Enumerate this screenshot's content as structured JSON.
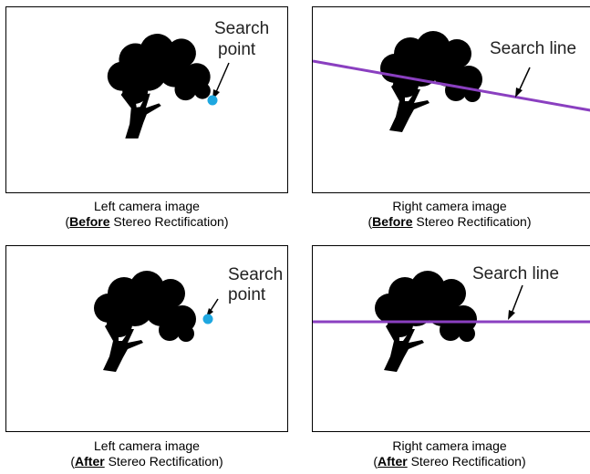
{
  "panels": [
    {
      "annotation_lines": [
        "Search",
        "point"
      ],
      "caption_line1": "Left camera image",
      "caption_emph": "Before",
      "caption_rest": "Stereo Rectification"
    },
    {
      "annotation_lines": [
        "Search line"
      ],
      "caption_line1": "Right camera image",
      "caption_emph": "Before",
      "caption_rest": "Stereo Rectification"
    },
    {
      "annotation_lines": [
        "Search",
        "point"
      ],
      "caption_line1": "Left camera image",
      "caption_emph": "After",
      "caption_rest": "Stereo Rectification"
    },
    {
      "annotation_lines": [
        "Search line"
      ],
      "caption_line1": "Right camera image",
      "caption_emph": "After",
      "caption_rest": "Stereo Rectification"
    }
  ],
  "colors": {
    "search_point": "#1ea7e0",
    "search_line": "#8a3fc0",
    "tree": "#000000"
  }
}
